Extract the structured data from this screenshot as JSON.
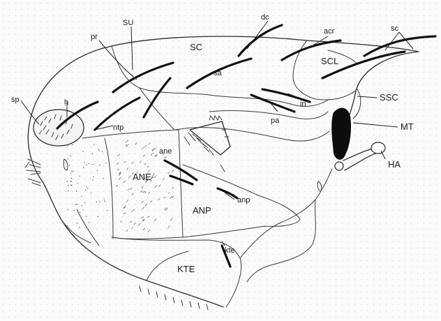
{
  "labels": {
    "su": "SU",
    "dc": "dc",
    "acr": "acr",
    "sc_small": "sc",
    "pr": "pr",
    "sc_big": "SC",
    "scl": "SCL",
    "sa": "sa",
    "sp": "sp",
    "h": "h",
    "ntp": "ntp",
    "in": "in",
    "pa": "pa",
    "ssc": "SSC",
    "mt": "MT",
    "ane_small": "ane",
    "ane_big": "ANE",
    "ha": "HA",
    "anp": "ANP",
    "anp_small": "anp",
    "kte_small": "kte",
    "kte_big": "KTE"
  },
  "colors": {
    "ink": "#1a1a1a",
    "paper": "#fbfbfb"
  }
}
